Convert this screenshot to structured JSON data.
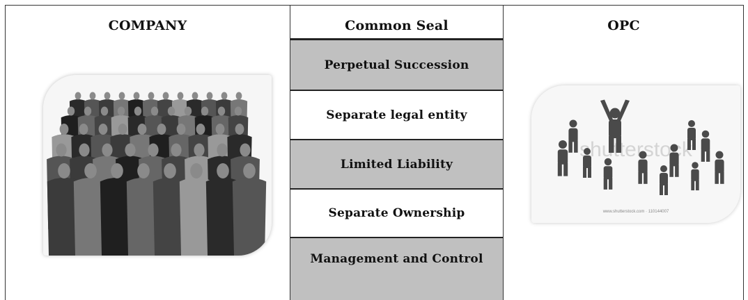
{
  "columns": {
    "left": {
      "title": "COMPANY"
    },
    "middle": {
      "title": "Common Seal",
      "rows": [
        {
          "label": "Perpetual Succession",
          "shade": "gray"
        },
        {
          "label": "Separate legal entity",
          "shade": "white"
        },
        {
          "label": "Limited Liability",
          "shade": "gray"
        },
        {
          "label": "Separate Ownership",
          "shade": "white"
        },
        {
          "label": "Management and Control",
          "shade": "gray"
        }
      ]
    },
    "right": {
      "title": "OPC",
      "watermark": "shutterstock",
      "footer": "www.shutterstock.com · 110144007"
    }
  },
  "colors": {
    "border": "#333333",
    "gray_cell": "#c0c0c0",
    "text": "#111111"
  }
}
